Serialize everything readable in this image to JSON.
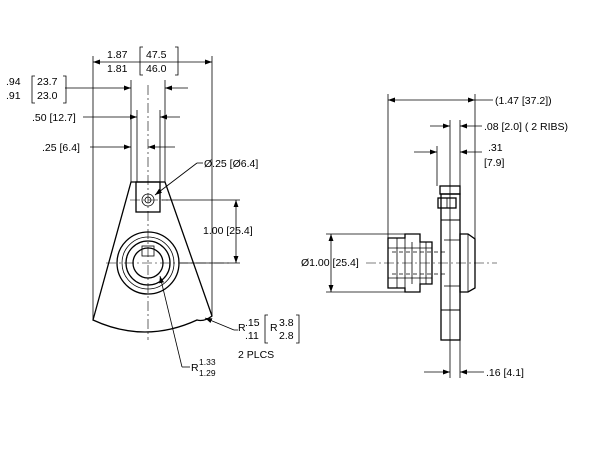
{
  "dimensions": {
    "overall_width": {
      "inch_max": "1.87",
      "inch_min": "1.81",
      "mm_max": "47.5",
      "mm_min": "46.0"
    },
    "top_width": {
      "inch_max": ".94",
      "inch_min": ".91",
      "mm_max": "23.7",
      "mm_min": "23.0"
    },
    "offset_50": ".50 [12.7]",
    "offset_25": ".25 [6.4]",
    "hole_diameter": "Ø.25 [Ø6.4]",
    "center_distance": "1.00 [25.4]",
    "corner_radius": {
      "prefix": "R",
      "inch_max": ".15",
      "inch_min": ".11",
      "mm_max": "3.8",
      "mm_min": "2.8",
      "count": "2 PLCS"
    },
    "arc_radius": {
      "prefix": "R",
      "max": "1.33",
      "min": "1.29"
    },
    "side_depth": "(1.47 [37.2])",
    "rib_thickness": ".08 [2.0] ( 2 RIBS)",
    "flange_offset": {
      "inch": ".31",
      "mm": "[7.9]"
    },
    "hub_diameter": "Ø1.00 [25.4]",
    "plate_thickness": ".16 [4.1]"
  }
}
